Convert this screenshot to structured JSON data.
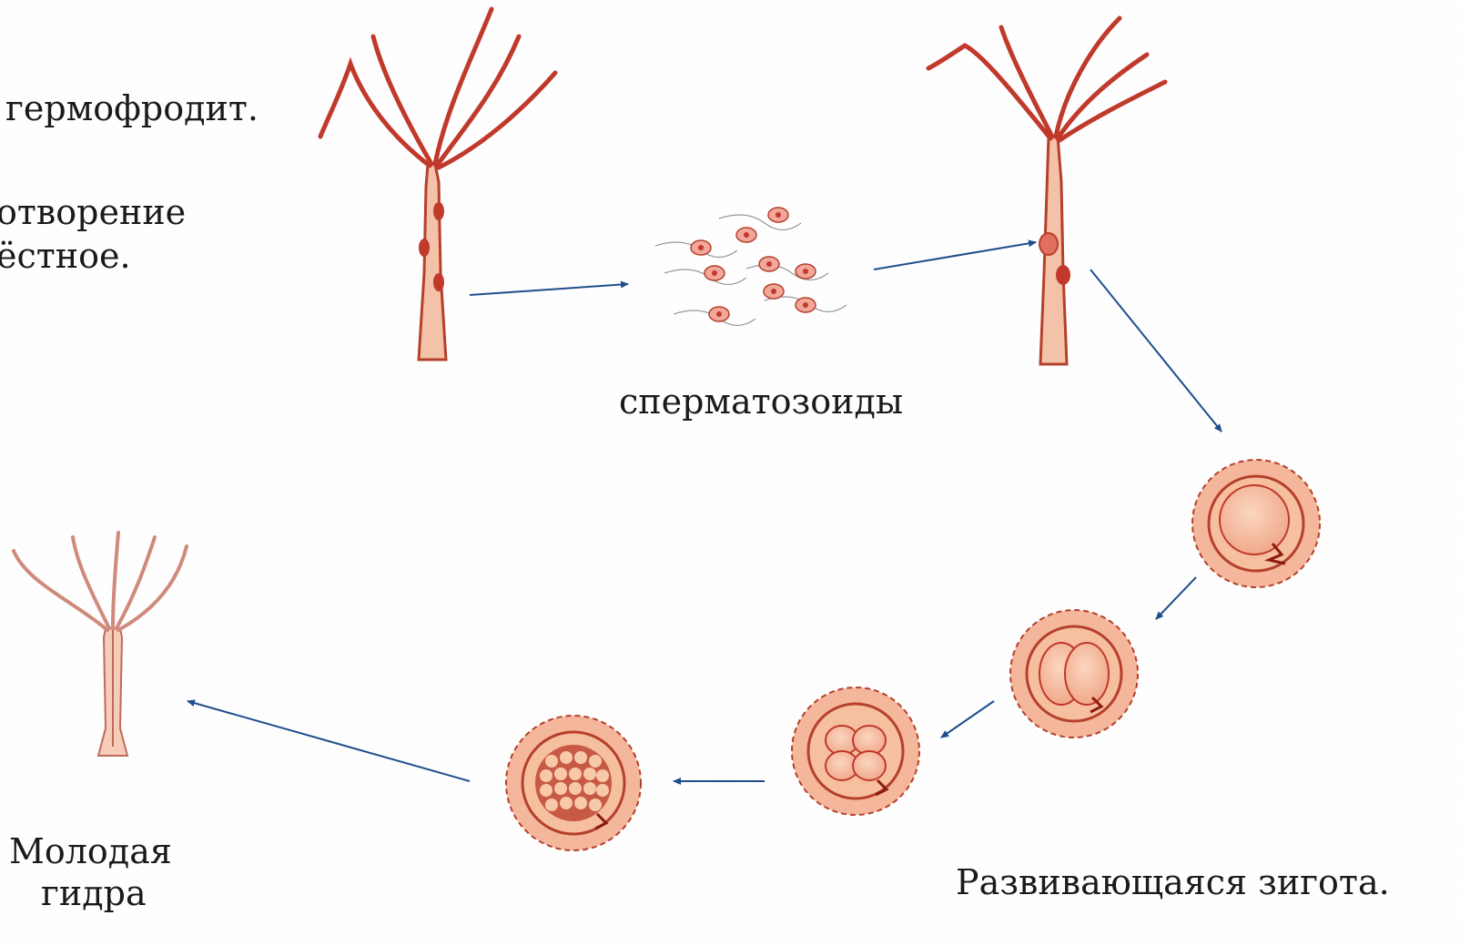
{
  "labels": {
    "hermaphrodite": "гермофродит.",
    "fertilization_line1": "отворение",
    "fertilization_line2": "ёстное.",
    "sperm": "сперматозоиды",
    "young_hydra_line1": "Молодая",
    "young_hydra_line2": "гидра",
    "developing_zygote": "Развивающаяся  зигота."
  },
  "colors": {
    "body_fill": "#f4c2a8",
    "body_stroke": "#b5402b",
    "tentacle": "#c0392b",
    "young_tentacle": "#d08a7c",
    "arrow": "#1f4e8c",
    "egg_outer": "#f3b49a",
    "egg_inner": "#f7c9a8"
  }
}
